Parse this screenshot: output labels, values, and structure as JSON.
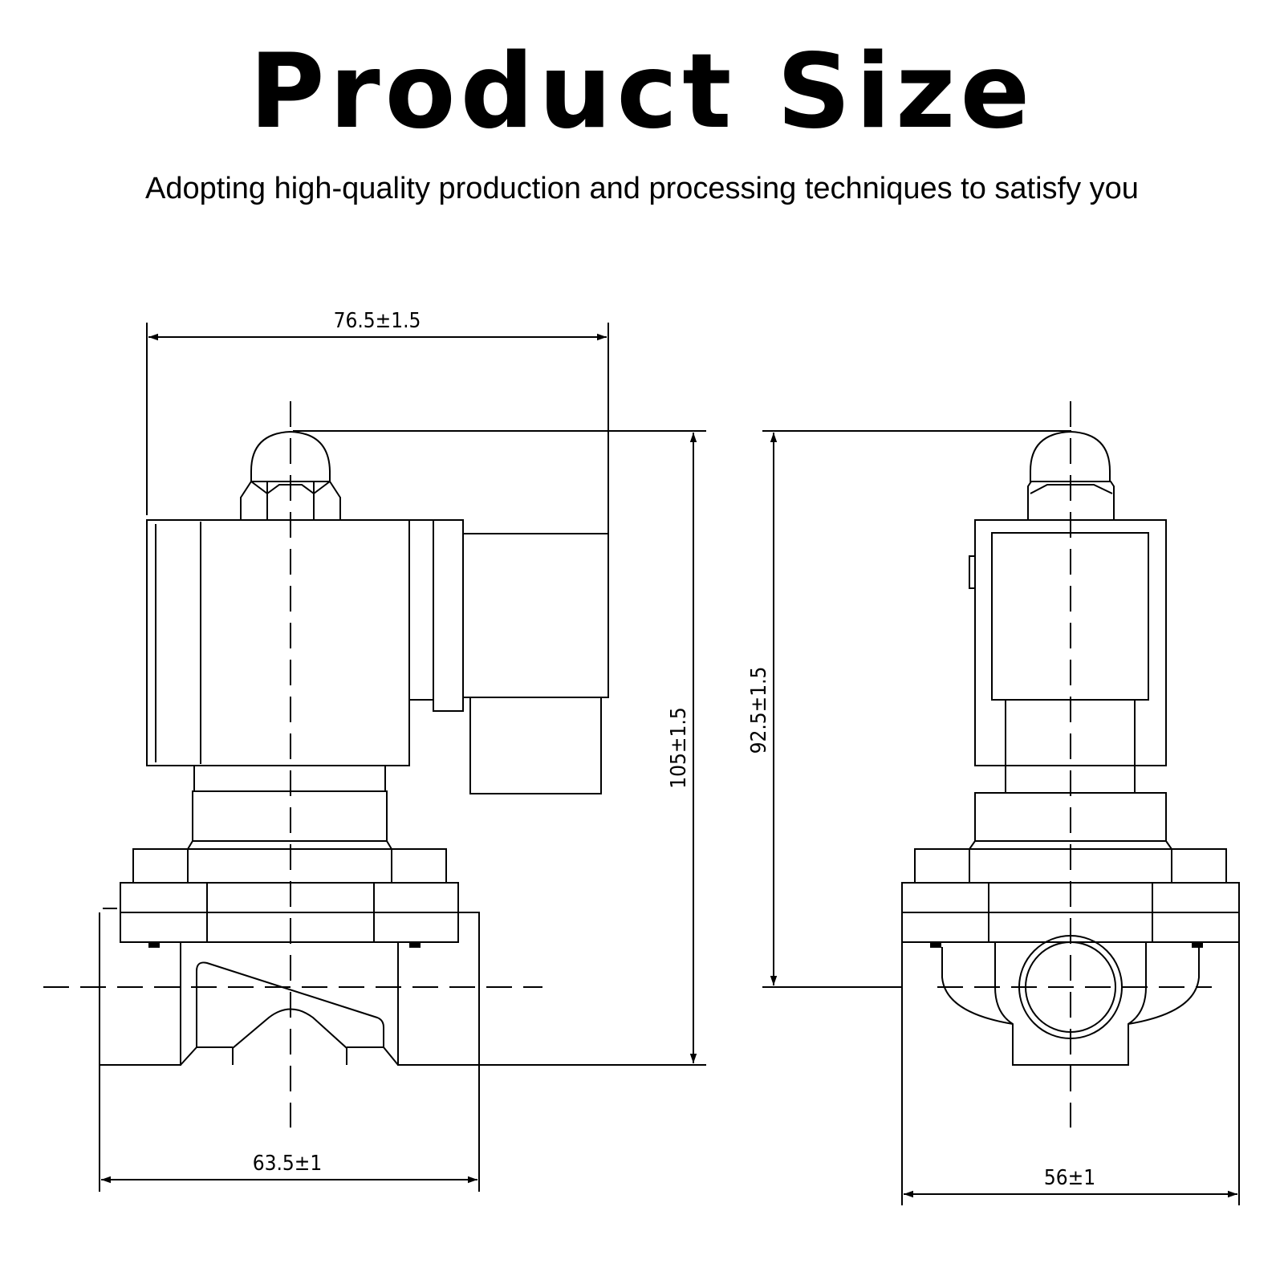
{
  "header": {
    "title": "Product Size",
    "subtitle": "Adopting high-quality production and processing techniques to satisfy you"
  },
  "front_view": {
    "width_top": "76.5±1.5",
    "height": "105±1.5",
    "width_bottom": "63.5±1"
  },
  "side_view": {
    "height": "92.5±1.5",
    "width_bottom": "56±1"
  },
  "colors": {
    "line": "#000000",
    "background": "#ffffff"
  }
}
